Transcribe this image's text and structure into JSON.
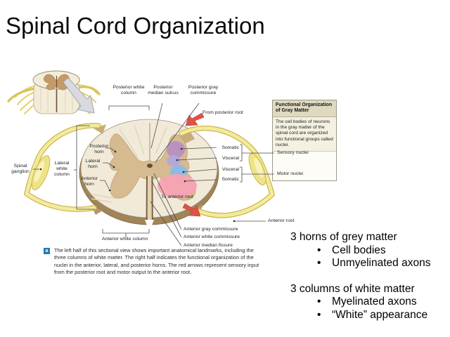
{
  "title": "Spinal Cord Organization",
  "diagram": {
    "top_labels": {
      "posterior_white_column": "Posterior white column",
      "posterior_median_sulcus": "Posterior median sulcus",
      "posterior_gray_commissure": "Posterior gray commissure",
      "from_posterior_root": "From posterior root"
    },
    "left_labels": {
      "spinal_ganglion": "Spinal ganglion",
      "lateral_white_column": "Lateral white column",
      "posterior_horn": "Posterior horn",
      "lateral_horn": "Lateral horn",
      "anterior_horn": "Anterior horn"
    },
    "right_labels": {
      "somatic_sensory": "Somatic",
      "visceral_sensory": "Visceral",
      "visceral_motor": "Visceral",
      "somatic_motor": "Somatic",
      "to_anterior_root": "To anterior root",
      "anterior_root": "Anterior root"
    },
    "bottom_labels": {
      "anterior_white_column": "Anterior white column",
      "anterior_gray_commissure": "Anterior gray commissure",
      "anterior_white_commissure": "Anterior white commissure",
      "anterior_median_fissure": "Anterior median fissure"
    },
    "info_box": {
      "title": "Functional Organization of Gray Matter",
      "body": "The cell bodies of neurons in the gray matter of the spinal cord are organized into functional groups called nuclei.",
      "sensory": "Sensory nuclei",
      "motor": "Motor nuclei"
    },
    "caption": {
      "marker": "a",
      "text": "The left half of this sectional view shows important anatomical landmarks, including the three columns of white matter. The right half indicates the functional organization of the nuclei in the anterior, lateral, and posterior horns. The red arrows represent sensory input from the posterior root and motor output to the anterior root."
    },
    "colors": {
      "cord_cream": "#f1ead9",
      "cord_rim": "#a18457",
      "gray_matter_tan": "#d6ba90",
      "nerve_yellow": "#f3ea9b",
      "nerve_edge": "#cbb64e",
      "somatic_sensory_purple": "#b78fc2",
      "visceral_sensory_lavender": "#b2a6da",
      "visceral_motor_blue": "#8abbe8",
      "somatic_motor_pink": "#f5a3b3",
      "red_arrow": "#dd5348",
      "caption_marker_blue": "#2579ae"
    }
  },
  "notes": {
    "grey": {
      "heading": "3 horns of grey matter",
      "bullets": [
        "Cell bodies",
        "Unmyelinated axons"
      ]
    },
    "white": {
      "heading": "3 columns of white matter",
      "bullets": [
        "Myelinated axons",
        "“White” appearance"
      ]
    }
  }
}
